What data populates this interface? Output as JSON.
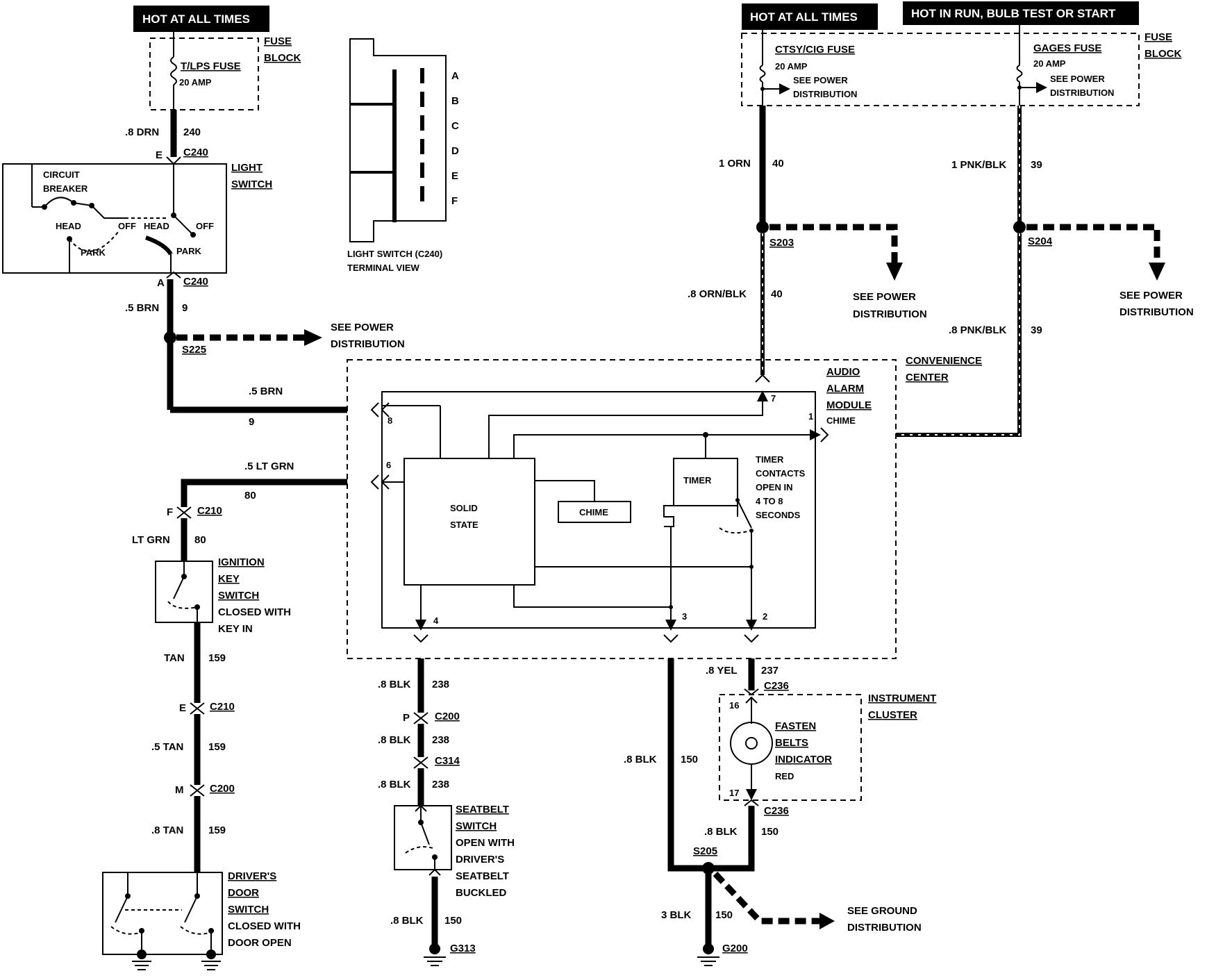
{
  "banners": {
    "left_hot": "HOT AT ALL TIMES",
    "right_hot": "HOT AT ALL TIMES",
    "run_hot": "HOT IN RUN,  BULB TEST OR START"
  },
  "fuse_left": {
    "name": "T/LPS FUSE",
    "rating": "20 AMP",
    "block1": "FUSE",
    "block2": "BLOCK"
  },
  "fuse_right": {
    "ctsy_name": "CTSY/CIG FUSE",
    "ctsy_rating": "20 AMP",
    "gages_name": "GAGES FUSE",
    "gages_rating": "20 AMP",
    "see1": "SEE POWER",
    "see2": "DISTRIBUTION",
    "block1": "FUSE",
    "block2": "BLOCK"
  },
  "light_switch": {
    "title1": "LIGHT",
    "title2": "SWITCH",
    "cb1": "CIRCUIT",
    "cb2": "BREAKER",
    "head": "HEAD",
    "off": "OFF",
    "park": "PARK",
    "terminal_view1": "LIGHT SWITCH (C240)",
    "terminal_view2": "TERMINAL VIEW",
    "terminals": [
      "A",
      "B",
      "C",
      "D",
      "E",
      "F"
    ]
  },
  "wires": {
    "w240_gauge": ".8 DRN",
    "w240_num": "240",
    "c240_e_pin": "E",
    "c240": "C240",
    "c240_a_pin": "A",
    "w9_gauge": ".5 BRN",
    "w9_num": "9",
    "s225": "S225",
    "w9b_gauge": ".5 BRN",
    "w9b_num": "9",
    "w80_gauge": ".5 LT GRN",
    "w80_num": "80",
    "c210_f_pin": "F",
    "c210": "C210",
    "ltgrn_gauge": "LT GRN",
    "ltgrn_num": "80",
    "tan_gauge": "TAN",
    "tan_num": "159",
    "c210_e_pin": "E",
    "tan5_gauge": ".5 TAN",
    "tan5_num": "159",
    "c200_m_pin": "M",
    "c200": "C200",
    "tan8_gauge": ".8 TAN",
    "tan8_num": "159",
    "w40_gauge": "1 ORN",
    "w40_num": "40",
    "s203": "S203",
    "w40b_gauge": ".8 ORN/BLK",
    "w40b_num": "40",
    "w39_gauge": "1 PNK/BLK",
    "w39_num": "39",
    "s204": "S204",
    "w39b_gauge": ".8 PNK/BLK",
    "w39b_num": "39",
    "blk238_gauge": ".8 BLK",
    "blk238_num": "238",
    "c200_p_pin": "P",
    "c314": "C314",
    "blk150_gauge": ".8 BLK",
    "blk150_num": "150",
    "yel_gauge": ".8 YEL",
    "yel_num": "237",
    "c236": "C236",
    "blk150c_gauge": ".8 BLK",
    "blk150c_num": "150",
    "s205": "S205",
    "blk3_gauge": "3 BLK",
    "blk3_num": "150",
    "blk150s_gauge": ".8 BLK",
    "blk150s_num": "150",
    "blk150m_gauge": ".8 BLK",
    "blk150m_num": "150"
  },
  "see_power": {
    "l1": "SEE POWER",
    "l2": "DISTRIBUTION"
  },
  "see_ground": {
    "l1": "SEE GROUND",
    "l2": "DISTRIBUTION"
  },
  "convenience": {
    "center1": "CONVENIENCE",
    "center2": "CENTER",
    "audio1": "AUDIO",
    "audio2": "ALARM",
    "audio3": "MODULE",
    "chime_label": "CHIME",
    "solid1": "SOLID",
    "solid2": "STATE",
    "chime_box": "CHIME",
    "timer": "TIMER",
    "tc1": "TIMER",
    "tc2": "CONTACTS",
    "tc3": "OPEN IN",
    "tc4": "4 TO 8",
    "tc5": "SECONDS",
    "pins": {
      "p8": "8",
      "p6": "6",
      "p7": "7",
      "p1": "1",
      "p4": "4",
      "p3": "3",
      "p2": "2"
    }
  },
  "ignition": {
    "l1": "IGNITION",
    "l2": "KEY",
    "l3": "SWITCH",
    "l4": "CLOSED WITH",
    "l5": "KEY IN"
  },
  "door": {
    "l1": "DRIVER'S",
    "l2": "DOOR",
    "l3": "SWITCH",
    "l4": "CLOSED WITH",
    "l5": "DOOR OPEN"
  },
  "seatbelt": {
    "l1": "SEATBELT",
    "l2": "SWITCH",
    "l3": "OPEN WITH",
    "l4": "DRIVER'S",
    "l5": "SEATBELT",
    "l6": "BUCKLED"
  },
  "instrument": {
    "l1": "INSTRUMENT",
    "l2": "CLUSTER",
    "i1": "FASTEN",
    "i2": "BELTS",
    "i3": "INDICATOR",
    "i4": "RED",
    "pin16": "16",
    "pin17": "17"
  },
  "grounds": {
    "g313": "G313",
    "g200": "G200"
  }
}
